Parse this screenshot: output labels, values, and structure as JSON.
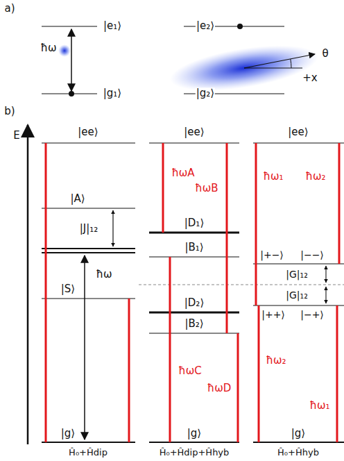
{
  "diagram": {
    "labels": [
      "a)",
      "|e₁⟩",
      "ħω",
      "|g₁⟩",
      "|e₂⟩",
      "θ",
      "+x",
      "|g₂⟩",
      "b)",
      "E",
      "|ee⟩",
      "|ee⟩",
      "|ee⟩",
      "ħωA",
      "ħωB",
      "ħω₁",
      "ħω₂",
      "|A⟩",
      "|J|₁₂",
      "|D₁⟩",
      "|B₁⟩",
      "|+−⟩",
      "|−−⟩",
      "|G|₁₂",
      "ħω",
      "|G|₁₂",
      "|S⟩",
      "|D₂⟩",
      "|++⟩",
      "|−+⟩",
      "|B₂⟩",
      "ħωC",
      "ħω₂",
      "ħωD",
      "ħω₁",
      "|g⟩",
      "|g⟩",
      "|g⟩",
      "Ĥ₀+Ĥdip",
      "Ĥ₀+Ĥdip+Ĥhyb",
      "Ĥ₀+Ĥhyb"
    ]
  }
}
